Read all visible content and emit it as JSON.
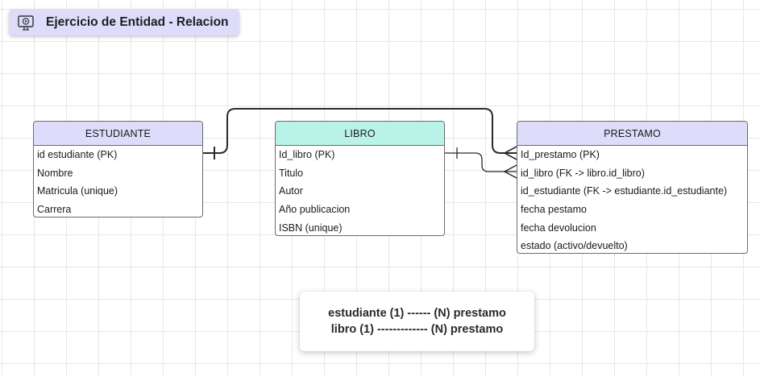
{
  "title": {
    "label": "Ejercicio de Entidad - Relacion",
    "icon": "monitor-icon",
    "background": "#dedcfb"
  },
  "entities": {
    "estudiante": {
      "name": "ESTUDIANTE",
      "header_color": "#dedcfb",
      "attributes": [
        "id estudiante (PK)",
        "Nombre",
        "Matricula (unique)",
        "Carrera"
      ]
    },
    "libro": {
      "name": "LIBRO",
      "header_color": "#b9f3e7",
      "attributes": [
        "Id_libro (PK)",
        "Titulo",
        "Autor",
        "Año publicacion",
        "ISBN (unique)"
      ]
    },
    "prestamo": {
      "name": "PRESTAMO",
      "header_color": "#dedcfb",
      "attributes": [
        "Id_prestamo (PK)",
        "id_libro (FK -> libro.id_libro)",
        "id_estudiante (FK -> estudiante.id_estudiante)",
        "fecha pestamo",
        "fecha devolucion",
        "estado (activo/devuelto)"
      ]
    }
  },
  "relationships": [
    {
      "from": "ESTUDIANTE",
      "to": "PRESTAMO",
      "from_cardinality": "one",
      "to_cardinality": "many"
    },
    {
      "from": "LIBRO",
      "to": "PRESTAMO",
      "from_cardinality": "one",
      "to_cardinality": "many"
    }
  ],
  "note": {
    "lines": [
      "estudiante (1) ------ (N) prestamo",
      "libro (1) ------------- (N) prestamo"
    ]
  }
}
